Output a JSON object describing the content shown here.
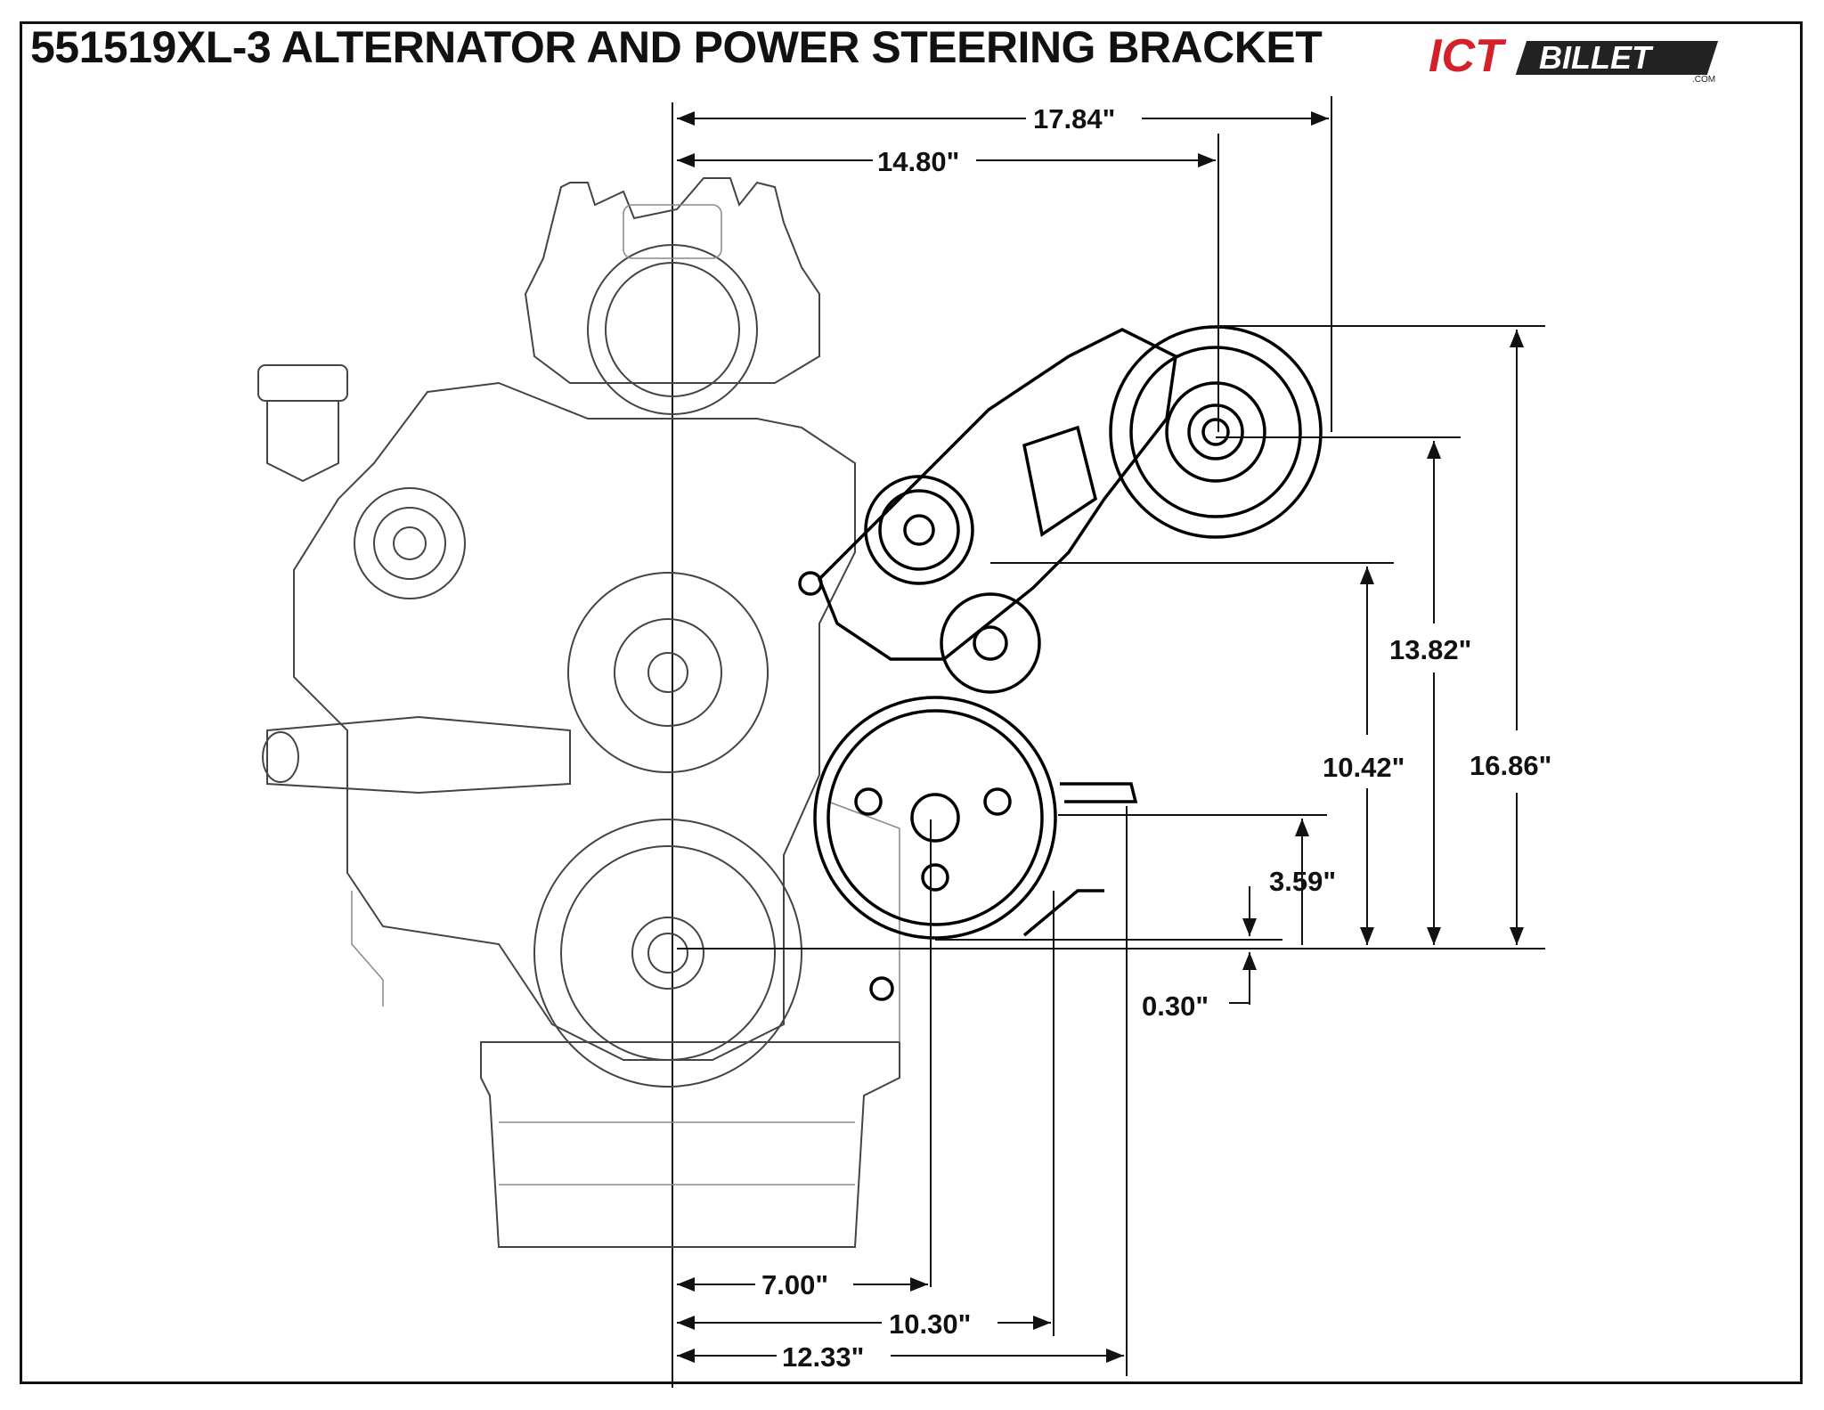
{
  "title": "551519XL-3 ALTERNATOR AND POWER STEERING BRACKET",
  "logo": {
    "main": "ICT",
    "sub": "BILLET",
    "small": ".COM",
    "colors": {
      "ict": "#d4202a",
      "billet": "#222222"
    }
  },
  "dimensions": {
    "d1784": "17.84\"",
    "d1480": "14.80\"",
    "d1382": "13.82\"",
    "d1042": "10.42\"",
    "d1686": "16.86\"",
    "d359": "3.59\"",
    "d030": "0.30\"",
    "d700": "7.00\"",
    "d1030": "10.30\"",
    "d1233": "12.33\""
  }
}
